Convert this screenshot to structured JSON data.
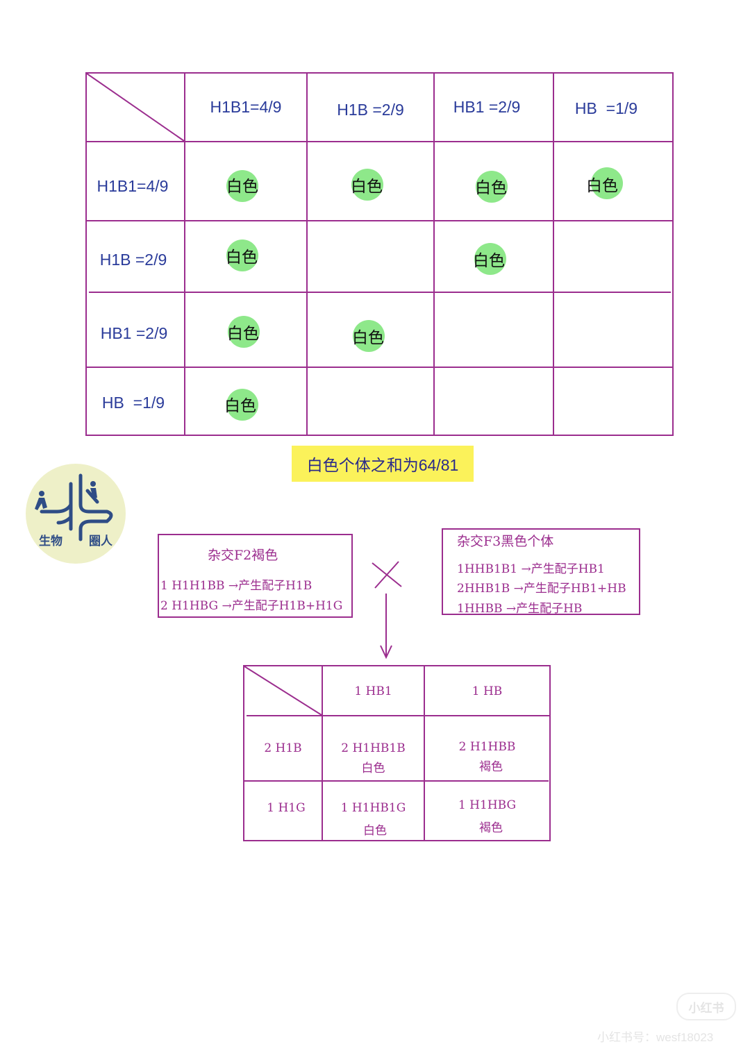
{
  "top_table": {
    "col_headers": [
      "H1B1=4/9",
      "H1B =2/9",
      "HB1 =2/9",
      "HB  =1/9"
    ],
    "row_headers": [
      "H1B1=4/9",
      "H1B =2/9",
      "HB1 =2/9",
      "HB  =1/9"
    ],
    "cell_label": "白色",
    "white_cells": [
      [
        0,
        0
      ],
      [
        0,
        1
      ],
      [
        0,
        2
      ],
      [
        0,
        3
      ],
      [
        1,
        0
      ],
      [
        1,
        2
      ],
      [
        2,
        0
      ],
      [
        2,
        1
      ],
      [
        3,
        0
      ]
    ]
  },
  "summary": "白色个体之和为64/81",
  "logo": {
    "text_left": "生物",
    "text_right": "圈人"
  },
  "left_note": {
    "title": "杂交F2褐色",
    "lines": [
      "1 H1H1BB →产生配子H1B",
      "2 H1HBG →产生配子H1B+H1G"
    ]
  },
  "right_note": {
    "title": "杂交F3黑色个体",
    "lines": [
      "1HHB1B1 →产生配子HB1",
      "2HHB1B →产生配子HB1+HB",
      "1HHBB →产生配子HB"
    ]
  },
  "cross_symbol": "×",
  "bottom_table": {
    "col_headers": [
      "1 HB1",
      "1 HB"
    ],
    "row_headers": [
      "2 H1B",
      "1 H1G"
    ],
    "cells": [
      [
        {
          "genotype": "2 H1HB1B",
          "phenotype": "白色"
        },
        {
          "genotype": "2 H1HBB",
          "phenotype": "褐色"
        }
      ],
      [
        {
          "genotype": "1 H1HB1G",
          "phenotype": "白色"
        },
        {
          "genotype": "1 H1HBG",
          "phenotype": "褐色"
        }
      ]
    ]
  },
  "watermark": {
    "badge": "小红书",
    "id": "小红书号：wesf18023"
  },
  "colors": {
    "line": "#9b2d8e",
    "dot": "#8ee88a",
    "highlight": "#fbf25a",
    "text": "#2a3b9a"
  }
}
